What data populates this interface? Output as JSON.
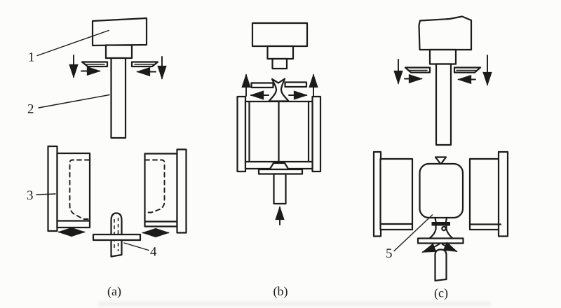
{
  "figure": {
    "type": "process-diagram",
    "subject": "extrusion blow molding sequence",
    "ink_color": "#1b1b1b",
    "background_color": "#fcfcfa",
    "callouts": {
      "c1": "1",
      "c2": "2",
      "c3": "3",
      "c4": "4",
      "c5": "5"
    },
    "captions": {
      "a": "(a)",
      "b": "(b)",
      "c": "(c)"
    }
  }
}
